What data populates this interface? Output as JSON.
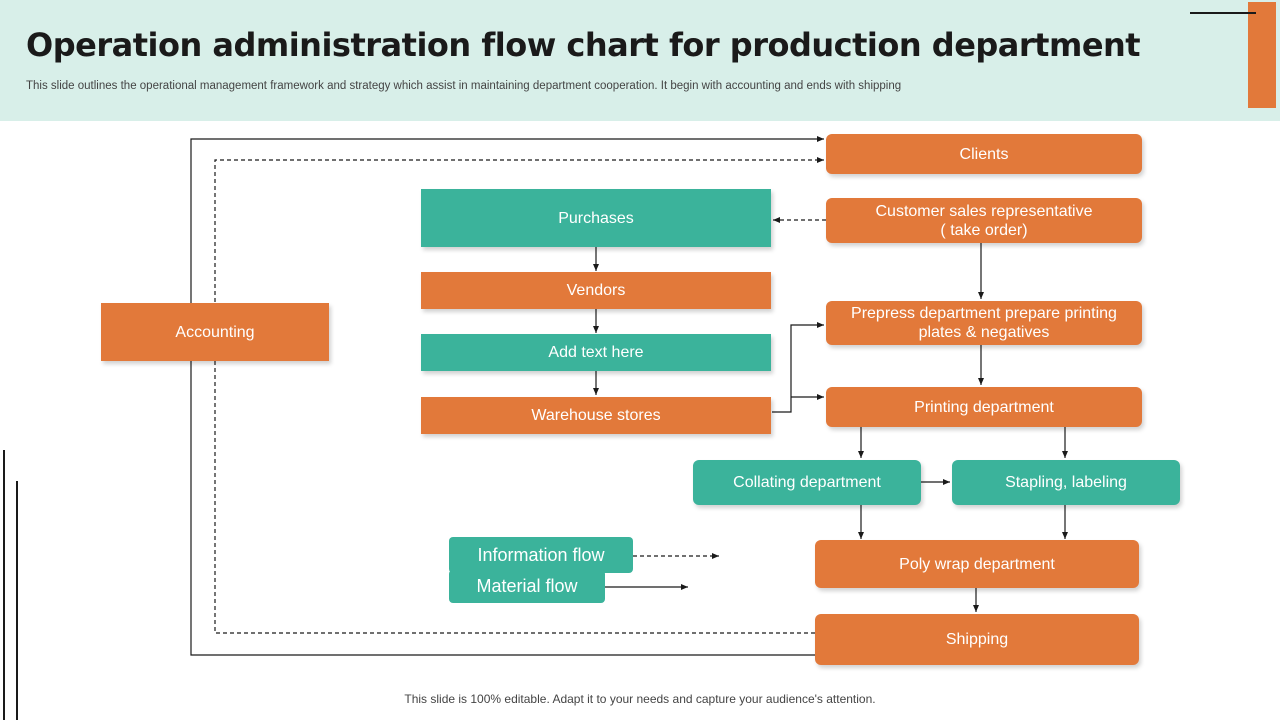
{
  "header": {
    "title": "Operation administration flow chart for production department",
    "subtitle": "This slide outlines the operational management framework and strategy which assist in maintaining department cooperation. It begin with accounting and ends with shipping"
  },
  "nodes": {
    "accounting": "Accounting",
    "purchases": "Purchases",
    "vendors": "Vendors",
    "add_text": "Add text here",
    "warehouse": "Warehouse stores",
    "clients": "Clients",
    "csr": "Customer sales representative\n( take order)",
    "prepress": "Prepress department prepare printing\nplates & negatives",
    "printing": "Printing department",
    "collating": "Collating department",
    "stapling": "Stapling, labeling",
    "polywrap": "Poly wrap department",
    "shipping": "Shipping"
  },
  "legend": {
    "information_flow": "Information flow",
    "material_flow": "Material flow"
  },
  "footer": "This slide is 100% editable. Adapt it to your needs and capture your audience's attention.",
  "colors": {
    "orange": "#e2793a",
    "teal": "#3bb39b",
    "header_bg": "#d8efe9"
  }
}
